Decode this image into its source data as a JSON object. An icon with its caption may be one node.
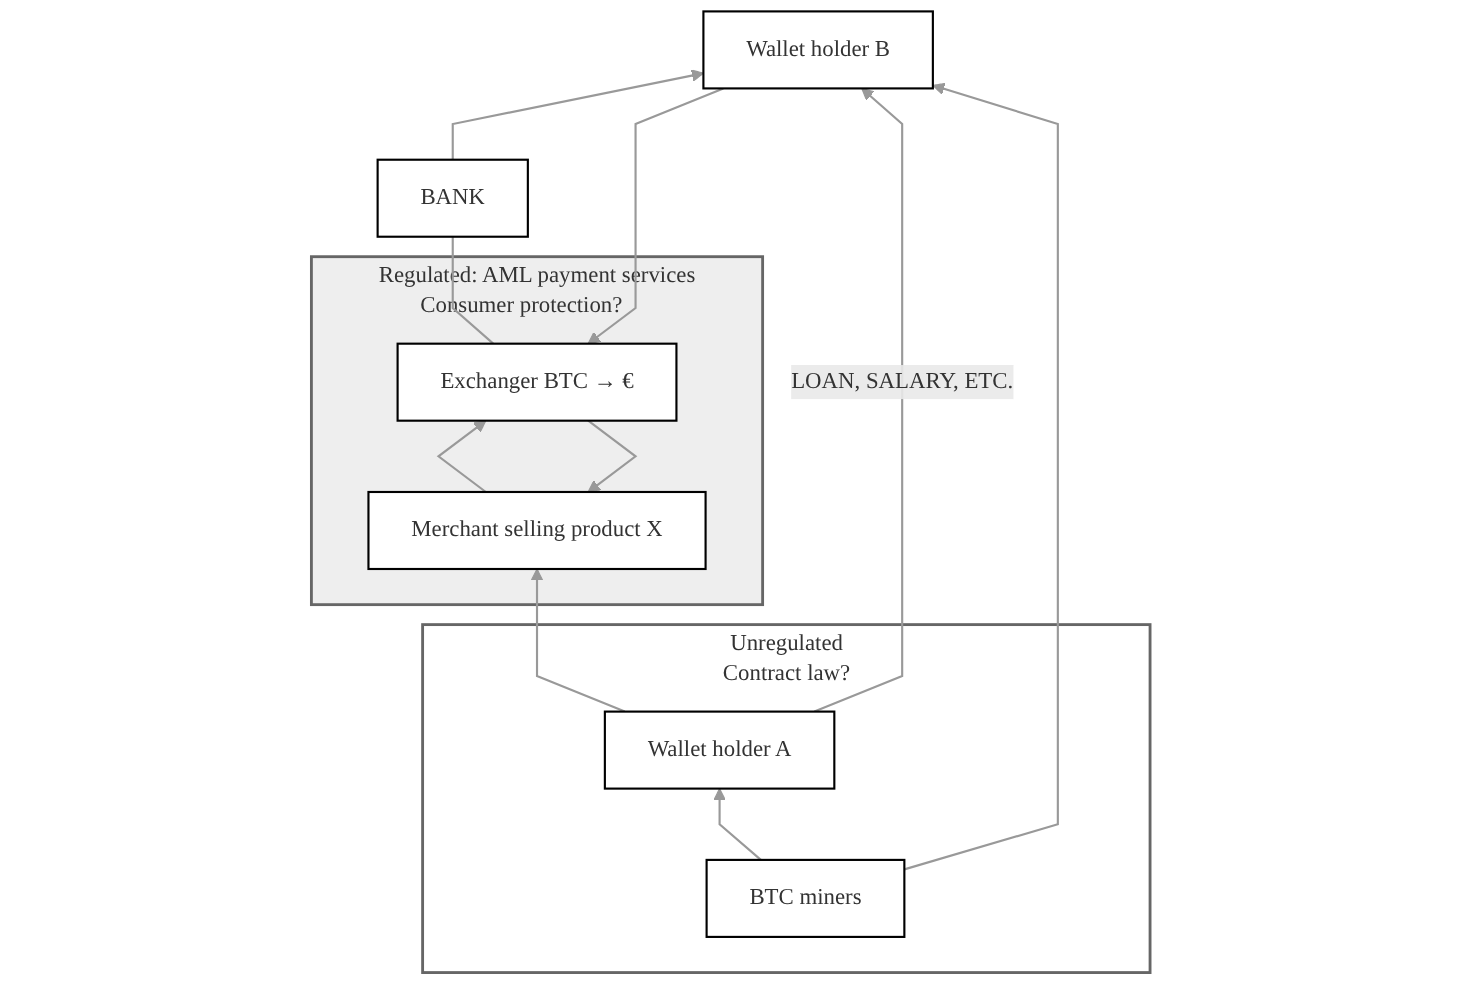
{
  "diagram": {
    "nodes": [
      {
        "text": [
          "Regulated: AML payment services",
          "Consumer protection?"
        ]
      },
      {
        "text": [
          "Merchant selling product X"
        ],
        "in": 0
      },
      {
        "text": [
          "Exchanger BTC → €"
        ],
        "in": 0
      },
      {
        "text": [
          "Unregulated",
          "Contract law?"
        ]
      },
      {
        "text": [
          "BANK"
        ]
      },
      {
        "text": [
          "Wallet holder A"
        ],
        "in": 3
      },
      {
        "text": [
          "Wallet holder B"
        ]
      },
      {
        "text": [
          "BTC miners"
        ],
        "in": 3
      }
    ],
    "edges": [
      {
        "from": 1,
        "to": 2,
        "arrow": "to"
      },
      {
        "from": 2,
        "to": 1,
        "arrow": "to"
      },
      {
        "from": 5,
        "to": 1,
        "arrow": "to"
      },
      {
        "from": 6,
        "to": 2,
        "arrow": "to"
      },
      {
        "from": 2,
        "to": 4,
        "arrow": "none"
      },
      {
        "from": 4,
        "to": 6,
        "arrow": "to"
      },
      {
        "from": 5,
        "to": 6,
        "arrow": "to",
        "label": "LOAN, SALARY, ETC."
      },
      {
        "from": 7,
        "to": 5,
        "arrow": "to"
      },
      {
        "from": 7,
        "to": 6,
        "arrow": "to"
      }
    ]
  }
}
